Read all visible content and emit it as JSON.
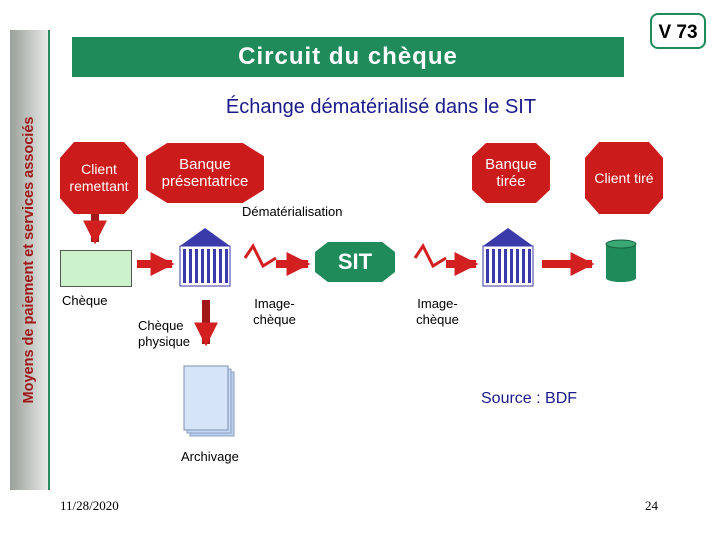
{
  "slide": {
    "side_label": "Moyens de paiement et services associés",
    "title": "Circuit du chèque",
    "badge": "V 73",
    "subtitle": "Échange dématérialisé dans le SIT",
    "source": "Source : BDF",
    "date": "11/28/2020",
    "page_number": "24"
  },
  "diagram": {
    "nodes": {
      "client_remettant": "Client remettant",
      "banque_presentatrice": "Banque présentatrice",
      "banque_tiree": "Banque tirée",
      "client_tire": "Client tiré",
      "sit": "SIT"
    },
    "labels": {
      "cheque": "Chèque",
      "cheque_physique": "Chèque physique",
      "dematerialisation": "Dématérialisation",
      "image_cheque_left": "Image-chèque",
      "image_cheque_right": "Image-chèque",
      "archivage": "Archivage"
    }
  },
  "colors": {
    "title_green": "#1f8a5a",
    "node_red": "#cc1b1b",
    "arrow_red": "#d21f1f",
    "building_blue": "#3a3aaa",
    "side_text": "#a01818",
    "subtitle_blue": "#1a1a8a"
  }
}
